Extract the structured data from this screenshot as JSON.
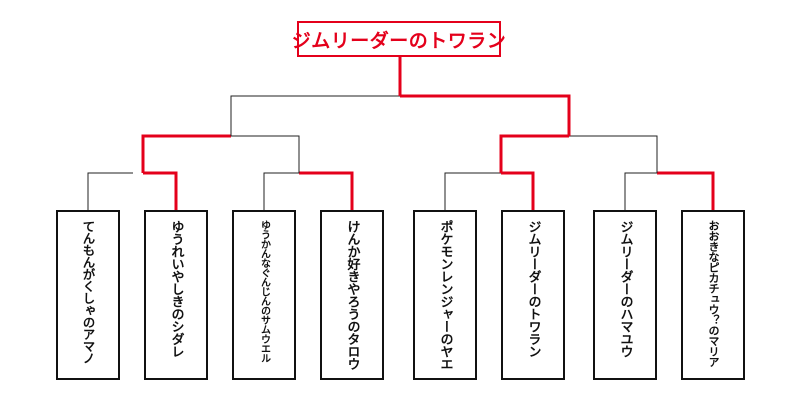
{
  "champion": {
    "name": "ジムリーダーのトワラン"
  },
  "entrants": [
    {
      "name": "てんもんがくしゃのアマノ"
    },
    {
      "name": "ゆうれいやしきのシダレ"
    },
    {
      "name": "ゆうかんなぐんじんのサムウエル"
    },
    {
      "name": "けんか好きやろうのタロウ"
    },
    {
      "name": "ポケモンレンジャーのヤエ"
    },
    {
      "name": "ジムリーダーのトワラン"
    },
    {
      "name": "ジムリーダーのハマユウ"
    },
    {
      "name": "おおきなピカチュウ？のマリア"
    }
  ],
  "colors": {
    "winner_line": "#e4001b",
    "line": "#222222"
  }
}
